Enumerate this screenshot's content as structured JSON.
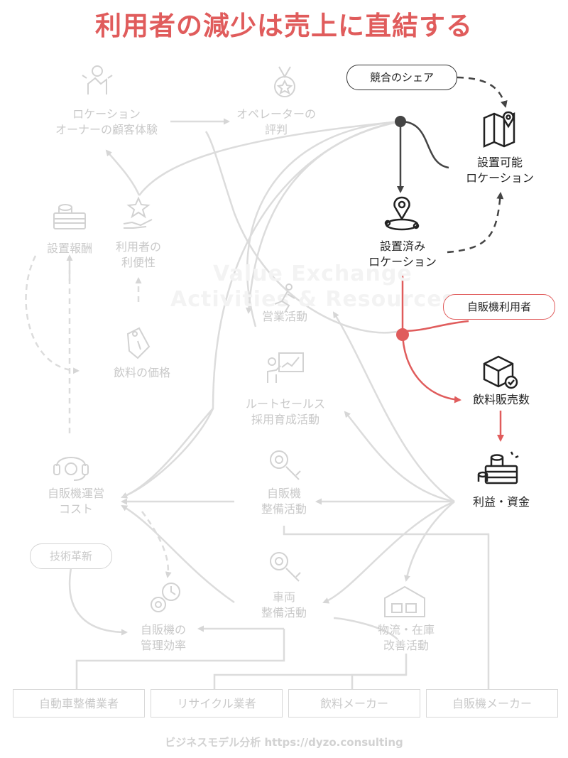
{
  "title": "利用者の減少は売上に直結する",
  "watermark": {
    "line1": "Value Exchange",
    "line2": "Activities & Resources"
  },
  "nodes": {
    "location_owner_experience": "ロケーション\nオーナーの顧客体験",
    "operator_reputation": "オペレーターの\n評判",
    "installable_location": "設置可能\nロケーション",
    "installed_location": "設置済み\nロケーション",
    "installation_reward": "設置報酬",
    "user_convenience": "利用者の\n利便性",
    "sales_activity": "営業活動",
    "drink_price": "飲料の価格",
    "drink_sales_count": "飲料販売数",
    "route_sales_recruit": "ルートセールス\n採用育成活動",
    "profit_funds": "利益・資金",
    "vm_operating_cost": "自販機運営\nコスト",
    "vm_maintenance": "自販機\n整備活動",
    "vehicle_maintenance": "車両\n整備活動",
    "vm_management_efficiency": "自販機の\n管理効率",
    "logistics_improvement": "物流・在庫\n改善活動"
  },
  "pills": {
    "competitive_share": "競合のシェア",
    "vm_users": "自販機利用者",
    "tech_innovation": "技術革新"
  },
  "partners": [
    "自動車整備業者",
    "リサイクル業者",
    "飲料メーカー",
    "自販機メーカー"
  ],
  "footer": "ビジネスモデル分析 https://dyzo.consulting",
  "colors": {
    "accent": "#e05c5c",
    "dark": "#333333",
    "dim": "#d6d6d6"
  }
}
